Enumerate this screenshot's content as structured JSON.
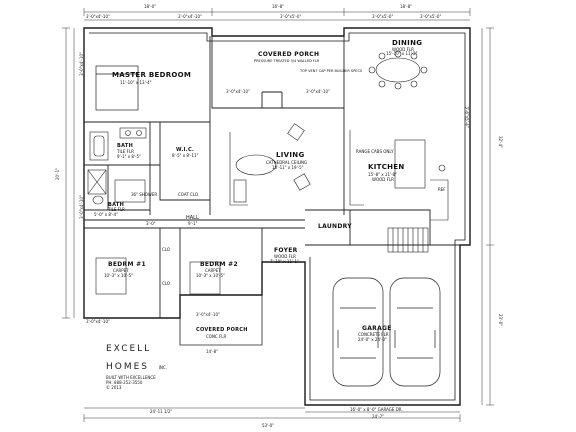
{
  "rooms": {
    "master": {
      "name": "MASTER BEDROOM",
      "size": "11'-10\" x 13'-4\""
    },
    "bath1": {
      "name": "BATH",
      "note": "TILE FLR",
      "size": "9'-1\" x 8'-5\""
    },
    "wic": {
      "name": "W.I.C.",
      "size": "8'-5\" x 8'-11\""
    },
    "bath2": {
      "name": "BATH",
      "note": "TILE FLR",
      "size": "5'-0\" x 8'-4\""
    },
    "shower": {
      "name": "36\" SHOWER"
    },
    "coat": {
      "name": "COAT CLO."
    },
    "hall": {
      "name": "HALL"
    },
    "living": {
      "name": "LIVING",
      "note": "CATHEDRAL CEILING",
      "size": "18'-11\" x 19'-5\""
    },
    "covered_porch_top": {
      "name": "COVERED PORCH",
      "note": "PRESSURE TREATED 3/4 WALLED FLR",
      "note2": "TOP VENT CAP PER BUILDER SPECS"
    },
    "dining": {
      "name": "DINING",
      "note": "WOOD FLR",
      "size": "15'-10\" x 11'-2\""
    },
    "kitchen": {
      "name": "KITCHEN",
      "size": "15'-8\" x 11'-8\"",
      "note": "WOOD FLR"
    },
    "laundry": {
      "name": "LAUNDRY"
    },
    "foyer": {
      "name": "FOYER",
      "note": "WOOD FLR",
      "size": "7'-10\" x 11'-1\""
    },
    "bed1": {
      "name": "BEDRM #1",
      "note": "CARPET",
      "size": "10'-3\" x 10'-5\""
    },
    "bed2": {
      "name": "BEDRM #2",
      "note": "CARPET",
      "size": "10'-3\" x 10'-5\""
    },
    "garage": {
      "name": "GARAGE",
      "note": "CONCRETE FLR",
      "size": "24'-0\" x 24'-0\""
    },
    "covered_porch_front": {
      "name": "COVERED PORCH",
      "note": "CONC FLR"
    },
    "ref": {
      "name": "REF"
    },
    "range": {
      "name": "RANGE CABS ONLY"
    },
    "cl1": {
      "name": "CLO"
    },
    "cl2": {
      "name": "CLO"
    },
    "garage_door": {
      "name": "16'-0\" x 8'-0\" GARAGE DR."
    }
  },
  "dimensions": {
    "top": [
      "18'-0\"",
      "16'-8\"",
      "18'-8\""
    ],
    "top_windows": [
      "3'-0\"x4'-10\"",
      "3'-0\"x4'-10\"",
      "3'-0\"x5'-0\"",
      "3'-0\"x5'-0\"",
      "3'-0\"x5'-0\""
    ],
    "left": [
      "20'-1\"",
      "3'-0\"x4'-10\"",
      "3'-0\"x4'-10\""
    ],
    "right": [
      "32'-4\"",
      "3'-6\"x5'-4\"",
      "23'-0\""
    ],
    "bottom": [
      "24'-11 1/2\"",
      "24'-7\"",
      "53'-0\"",
      "3'-0\"x4'-10\"",
      "14'-8\"",
      "3'-0\"x4'-10\""
    ],
    "misc": [
      "3'-0\"",
      "9'-1\"",
      "3'-0\"x4'-10\"",
      "3'-0\"x4'-10\""
    ]
  },
  "logo": {
    "line1": "EXCELL",
    "line2": "HOMES",
    "suffix": "INC.",
    "tagline": "BUILT WITH EXCELLENCE",
    "phone": "PH: 888-252-3550",
    "copyright": "© 2013"
  }
}
